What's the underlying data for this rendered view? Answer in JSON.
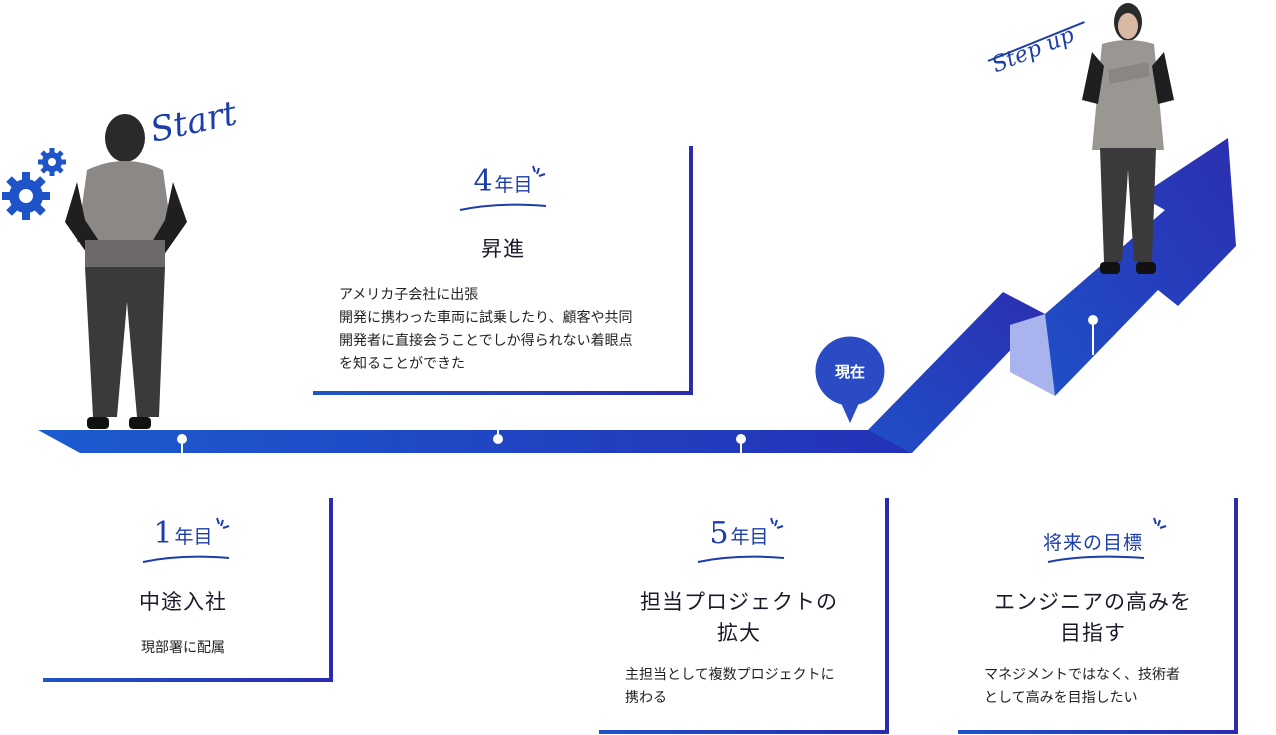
{
  "labels": {
    "start": "Start",
    "stepup": "Step up",
    "current": "現在"
  },
  "milestones": [
    {
      "num": "1",
      "unit": "年目",
      "title": "中途入社",
      "desc": "現部署に配属"
    },
    {
      "num": "4",
      "unit": "年目",
      "title": "昇進",
      "desc": [
        "アメリカ子会社に出張",
        "開発に携わった車両に試乗したり、顧客や共同",
        "開発者に直接会うことでしか得られない着眼点",
        "を知ることができた"
      ]
    },
    {
      "num": "5",
      "unit": "年目",
      "title": [
        "担当プロジェクトの",
        "拡大"
      ],
      "desc": [
        "主担当として複数プロジェクトに",
        "携わる"
      ]
    },
    {
      "label": "将来の目標",
      "title": [
        "エンジニアの高みを",
        "目指す"
      ],
      "desc": [
        "マネジメントではなく、技術者",
        "として高みを目指したい"
      ]
    }
  ],
  "colors": {
    "accent": "#2b2bb0",
    "blue": "#1f54c8",
    "light": "#a9b4ee"
  }
}
